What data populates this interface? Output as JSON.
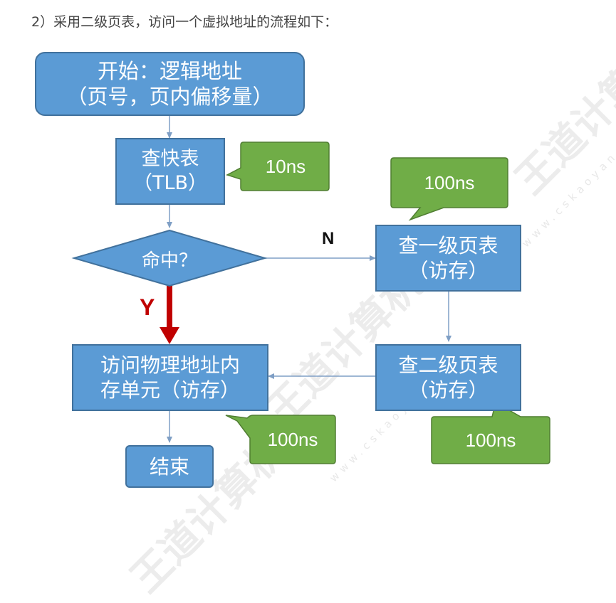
{
  "heading": "2）采用二级页表，访问一个虚拟地址的流程如下：",
  "nodes": {
    "start_line1": "开始：逻辑地址",
    "start_line2": "（页号，页内偏移量）",
    "tlb_line1": "查快表",
    "tlb_line2": "（TLB）",
    "hit": "命中？",
    "pt1_line1": "查一级页表",
    "pt1_line2": "（访存）",
    "pt2_line1": "查二级页表",
    "pt2_line2": "（访存）",
    "access_line1": "访问物理地址内",
    "access_line2": "存单元（访存）",
    "end": "结束"
  },
  "notes": {
    "tlb_time": "10ns",
    "pt1_time": "100ns",
    "access_time": "100ns",
    "pt2_time": "100ns"
  },
  "edge_labels": {
    "no": "N",
    "yes": "Y"
  },
  "watermark": {
    "brand": "王道计算机",
    "site": "www.cskaoyan.com"
  },
  "colors": {
    "box_fill": "#5b9bd5",
    "box_border": "#41719c",
    "note_fill": "#70ad47",
    "note_border": "#507e32",
    "yes_arrow": "#c00000",
    "line": "#7f9fc5"
  }
}
